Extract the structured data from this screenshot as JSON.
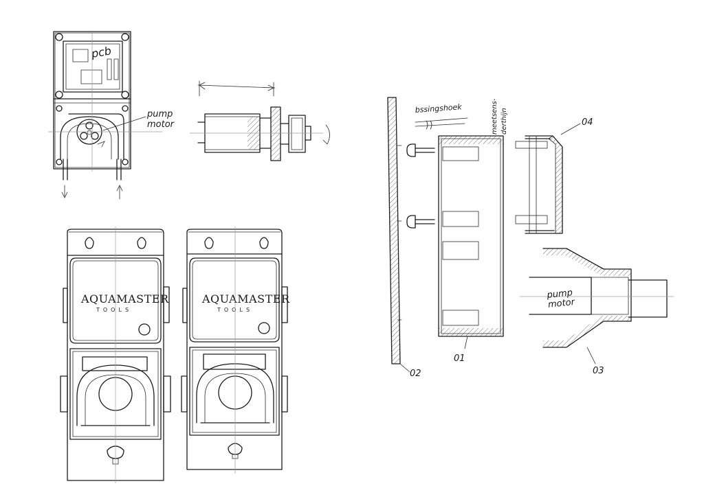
{
  "labels": {
    "pcb": "pcb",
    "pump_motor_top": "pump\nmotor",
    "bevestigingshoek": "bssingshoek",
    "meetsensor_vertical": "meetsens-\nderthijn",
    "part_04": "04",
    "part_01": "01",
    "part_02": "02",
    "part_03": "03",
    "pump_motor_section": "pump\nmotor"
  },
  "brand": {
    "name": "AQUAMASTER",
    "sub": "TOOLS"
  }
}
